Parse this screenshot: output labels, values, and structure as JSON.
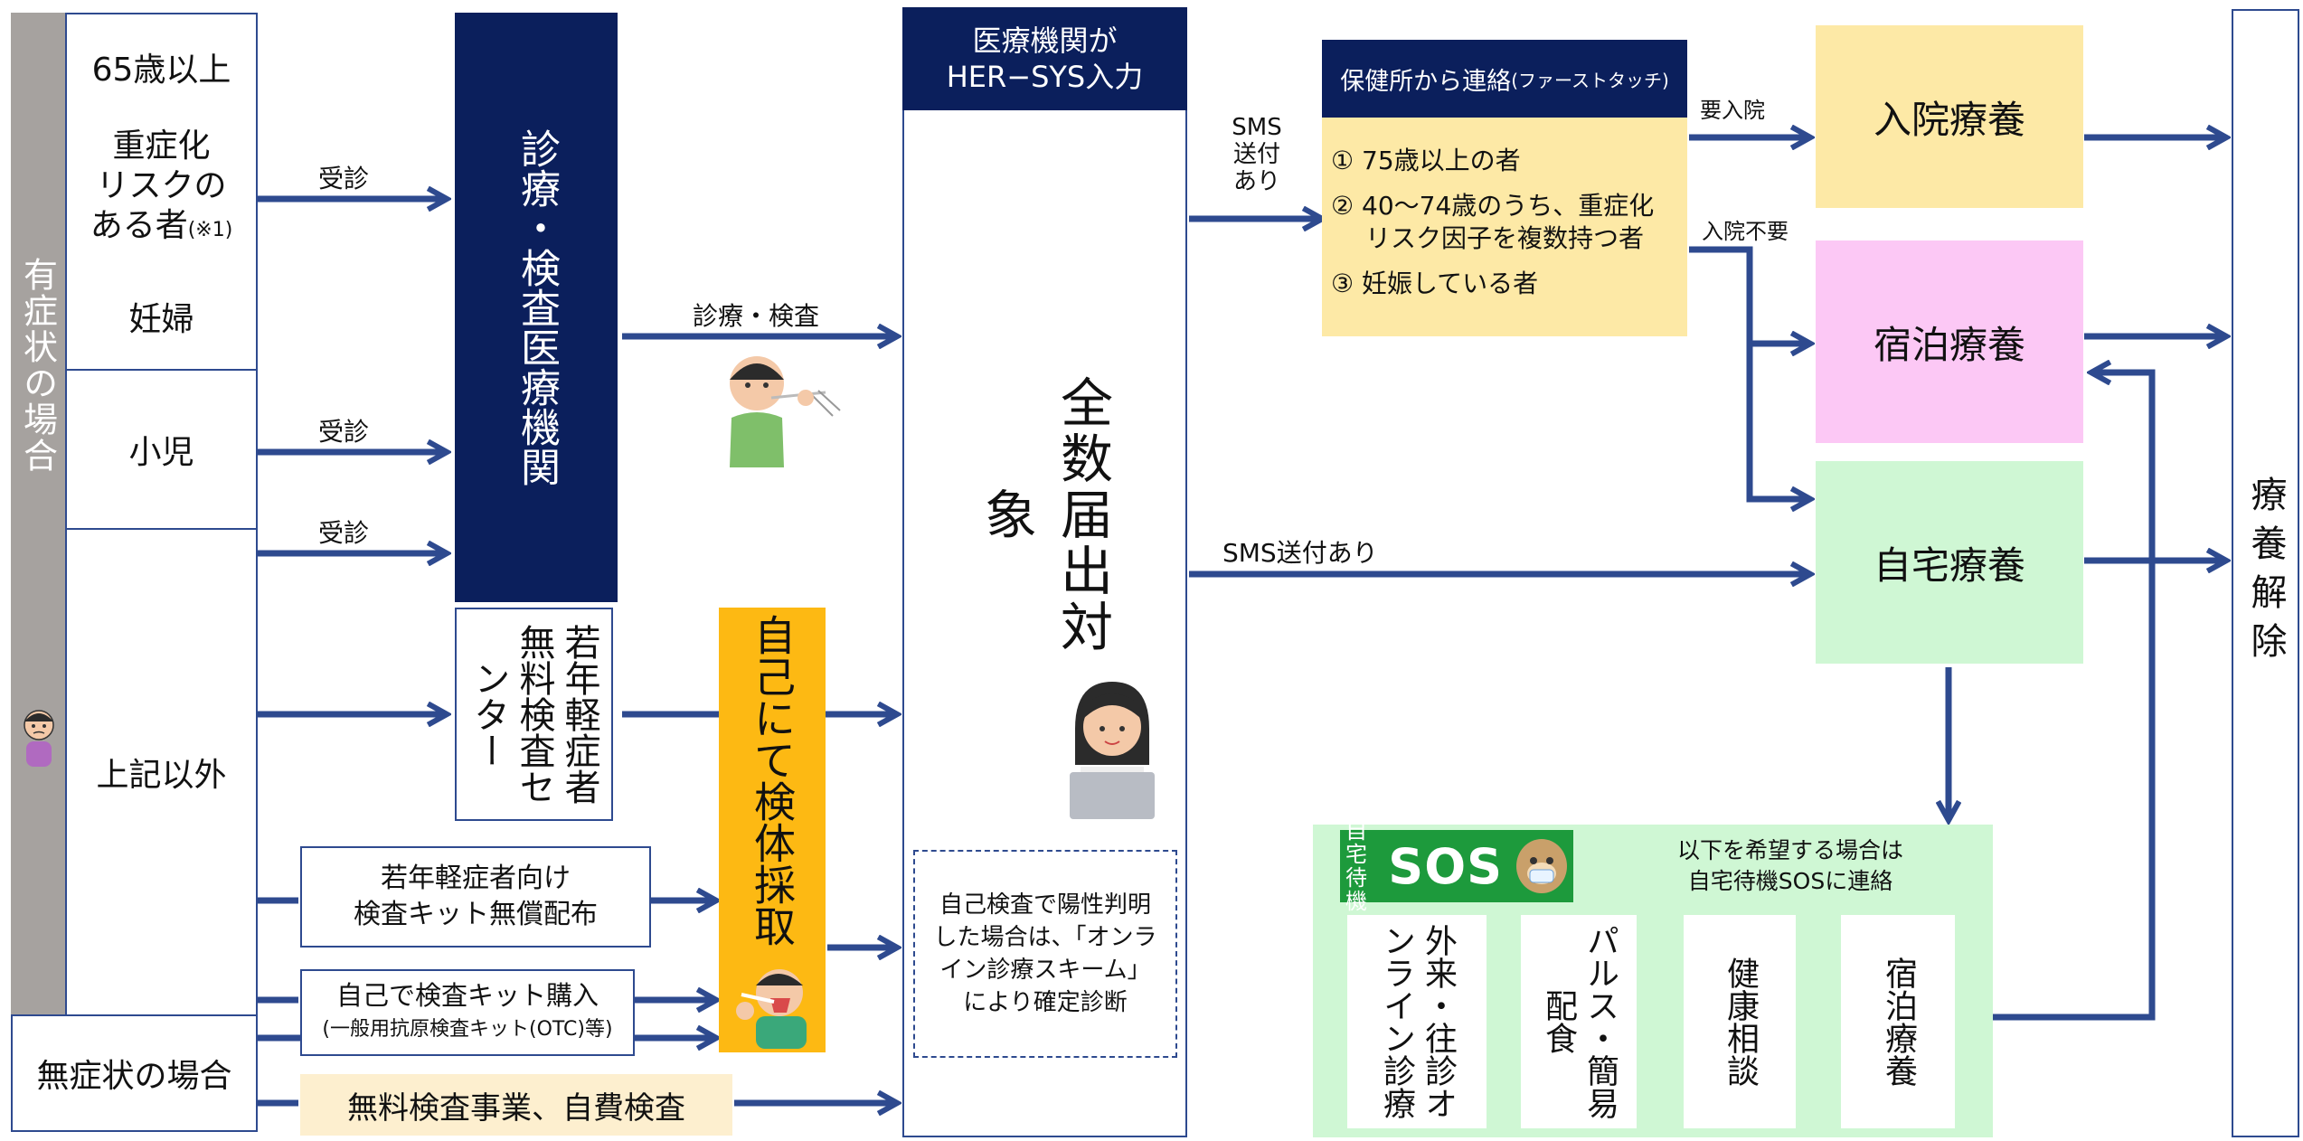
{
  "left": {
    "symptomatic": "有症状の場合",
    "elderly": "65歳以上",
    "risk_line1": "重症化",
    "risk_line2": "リスクの",
    "risk_line3": "ある者",
    "risk_note": "(※1)",
    "pregnant": "妊婦",
    "child": "小児",
    "other": "上記以外",
    "asymptomatic": "無症状の場合"
  },
  "arrow_labels": {
    "visit1": "受診",
    "visit2": "受診",
    "visit3": "受診",
    "exam": "診療・検査",
    "sms_line1": "SMS",
    "sms_line2": "送付",
    "sms_line3": "あり",
    "sms_sent": "SMS送付あり",
    "need_hosp": "要入院",
    "no_hosp": "入院不要"
  },
  "institutions": {
    "clinic": "診療・検査医療機関",
    "center": "若年軽症者無料検査センター",
    "self_collect": "自己にて検体採取",
    "kit_line1": "若年軽症者向け",
    "kit_line2": "検査キット無償配布",
    "buy_line1": "自己で検査キット購入",
    "buy_line2": "(一般用抗原検査キット(OTC)等)",
    "free_test": "無料検査事業、自費検査"
  },
  "center_col": {
    "header_line1": "医療機関が",
    "header_line2": "HER−SYS入力",
    "main": "全数届出対象",
    "note_line1": "自己検査で陽性判明",
    "note_line2": "した場合は、「オンラ",
    "note_line3": "イン診療スキーム」",
    "note_line4": "により確定診断"
  },
  "health_center": {
    "header": "保健所から連絡",
    "header_note": "(ファーストタッチ)",
    "item1": "① 75歳以上の者",
    "item2a": "② 40～74歳のうち、重症化",
    "item2b": "リスク因子を複数持つ者",
    "item3": "③ 妊娠している者"
  },
  "care": {
    "hospital": "入院療養",
    "hotel": "宿泊療養",
    "home": "自宅療養",
    "release": "療養解除"
  },
  "sos": {
    "logo_line1": "自宅",
    "logo_line2": "待機",
    "logo_big": "SOS",
    "desc_line1": "以下を希望する場合は",
    "desc_line2": "自宅待機SOSに連絡",
    "items": [
      "外来・往診オンライン診療",
      "パルス・簡易配食",
      "健康相談",
      "宿泊療養"
    ]
  },
  "colors": {
    "navy": "#0b1f5c",
    "arrow": "#2e4a8f",
    "yellow": "#fde9a6",
    "pink": "#fcc8f5",
    "green": "#cff7d4",
    "orange": "#fdb913",
    "gray": "#a6a29f",
    "cream": "#fdefcf"
  },
  "icons": [
    "sick-person-icon",
    "doctor-swab-icon",
    "operator-woman-icon",
    "self-swab-icon",
    "dog-mascot-icon"
  ]
}
